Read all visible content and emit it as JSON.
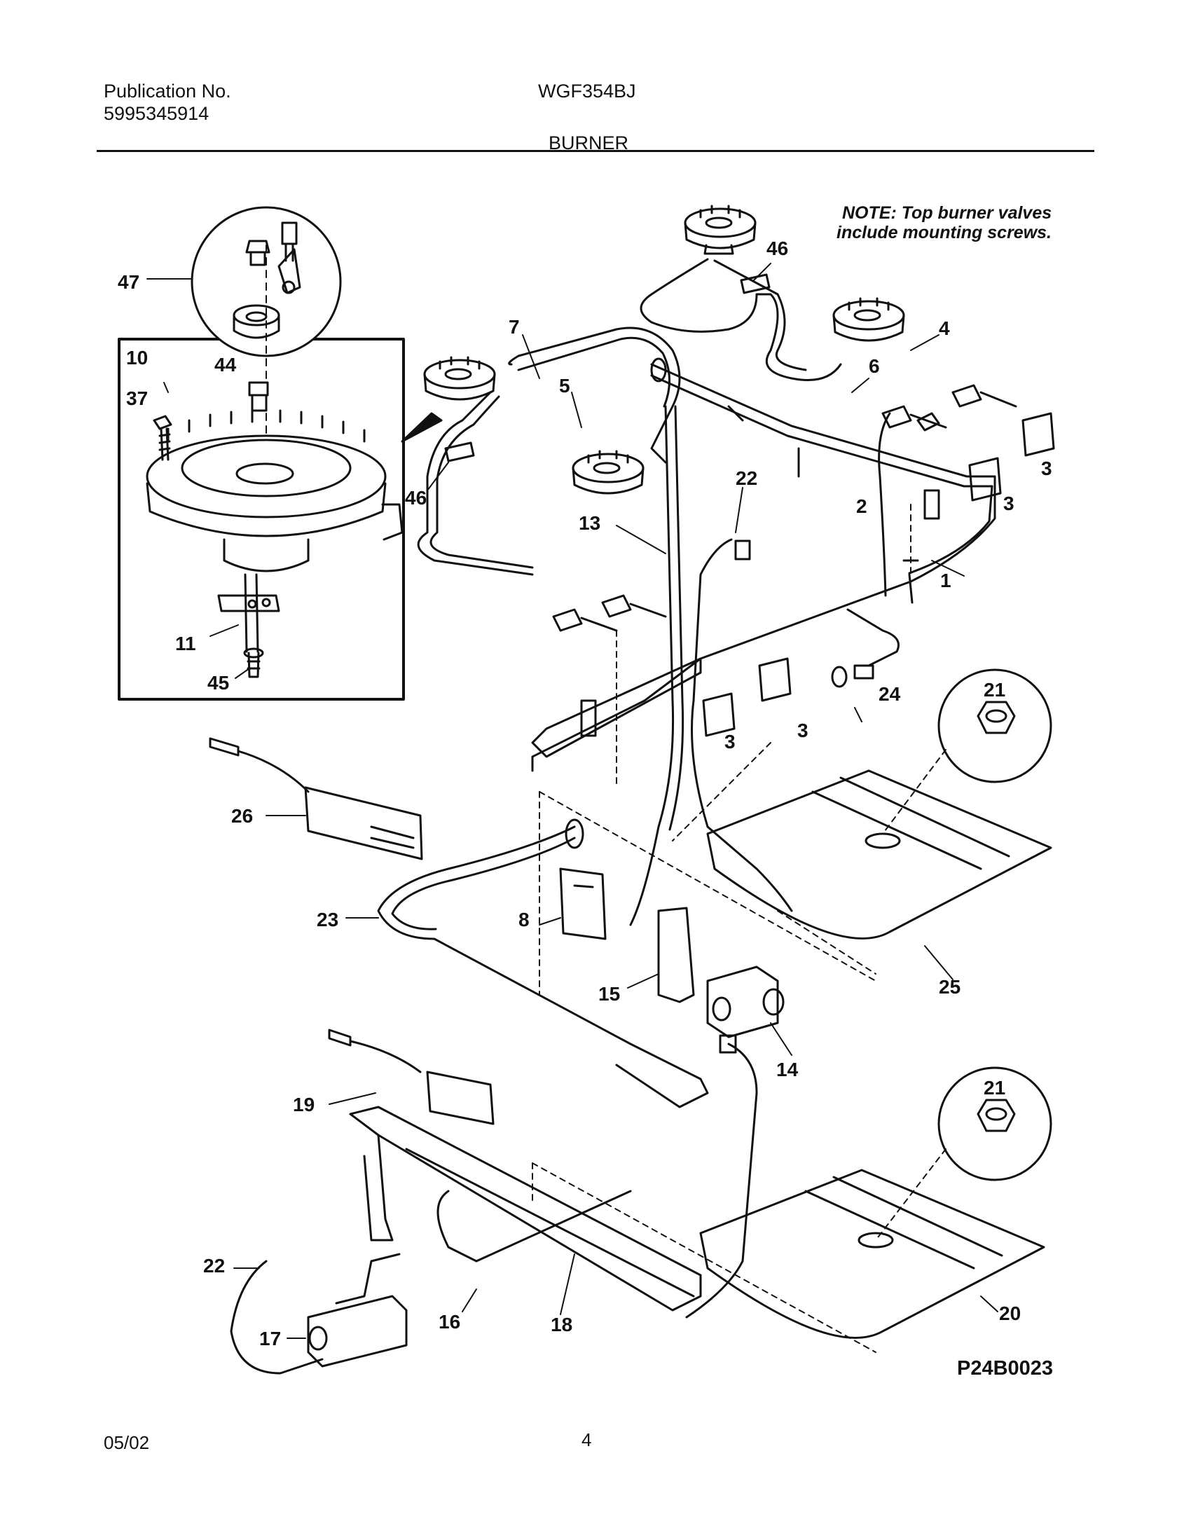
{
  "header": {
    "publication_label": "Publication No.",
    "publication_number": "5995345914",
    "model": "WGF354BJ",
    "section": "BURNER"
  },
  "diagram": {
    "note_line1": "NOTE: Top burner valves",
    "note_line2": "include mounting screws.",
    "code": "P24B0023",
    "callouts": {
      "c47": "47",
      "c10": "10",
      "c44": "44",
      "c37": "37",
      "c11": "11",
      "c45": "45",
      "c7": "7",
      "c5": "5",
      "c46a": "46",
      "c46b": "46",
      "c4": "4",
      "c6": "6",
      "c3a": "3",
      "c3b": "3",
      "c3c": "3",
      "c3d": "3",
      "c2": "2",
      "c1": "1",
      "c22a": "22",
      "c13": "13",
      "c24": "24",
      "c21a": "21",
      "c26": "26",
      "c23": "23",
      "c8": "8",
      "c15": "15",
      "c14": "14",
      "c25": "25",
      "c19": "19",
      "c21b": "21",
      "c22b": "22",
      "c17": "17",
      "c16": "16",
      "c18": "18",
      "c20": "20"
    }
  },
  "footer": {
    "date": "05/02",
    "page": "4"
  }
}
